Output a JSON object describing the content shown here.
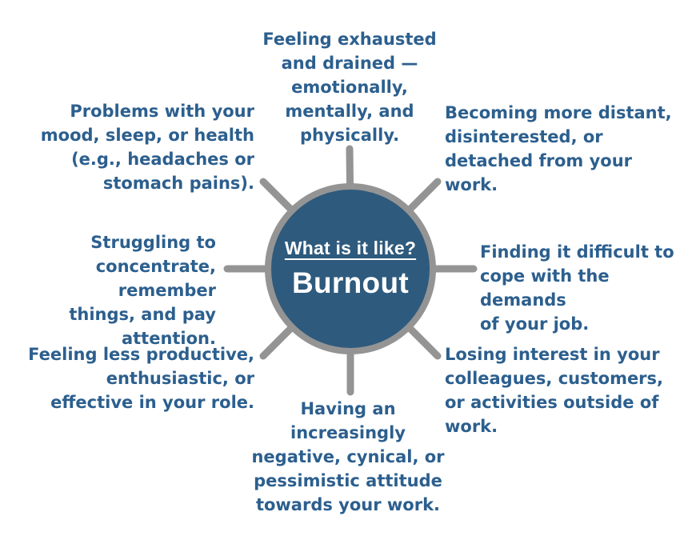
{
  "hub": {
    "question": "What is it like?",
    "title": "Burnout"
  },
  "symptoms": [
    {
      "position": "top",
      "text": "Feeling exhausted\nand drained —\nemotionally,\nmentally, and\nphysically."
    },
    {
      "position": "top-right",
      "text": "Becoming more distant,\ndisinterested, or\ndetached from your\nwork."
    },
    {
      "position": "right",
      "text": "Finding it difficult to\ncope with the demands\nof your job."
    },
    {
      "position": "bottom-right",
      "text": "Losing interest in your\ncolleagues, customers,\nor activities outside of\nwork."
    },
    {
      "position": "bottom",
      "text": "Having an\nincreasingly\nnegative, cynical, or\npessimistic attitude\ntowards your work."
    },
    {
      "position": "bottom-left",
      "text": "Feeling less productive,\nenthusiastic, or\neffective in your role."
    },
    {
      "position": "left",
      "text": "Struggling to\nconcentrate, remember\nthings, and pay\nattention."
    },
    {
      "position": "top-left",
      "text": "Problems with your\nmood, sleep, or health\n(e.g., headaches or\nstomach pains)."
    }
  ],
  "colors": {
    "hub_fill": "#2e5a7d",
    "ring_and_spokes": "#949494",
    "label_text": "#2c5f8e",
    "hub_text": "#ffffff"
  }
}
